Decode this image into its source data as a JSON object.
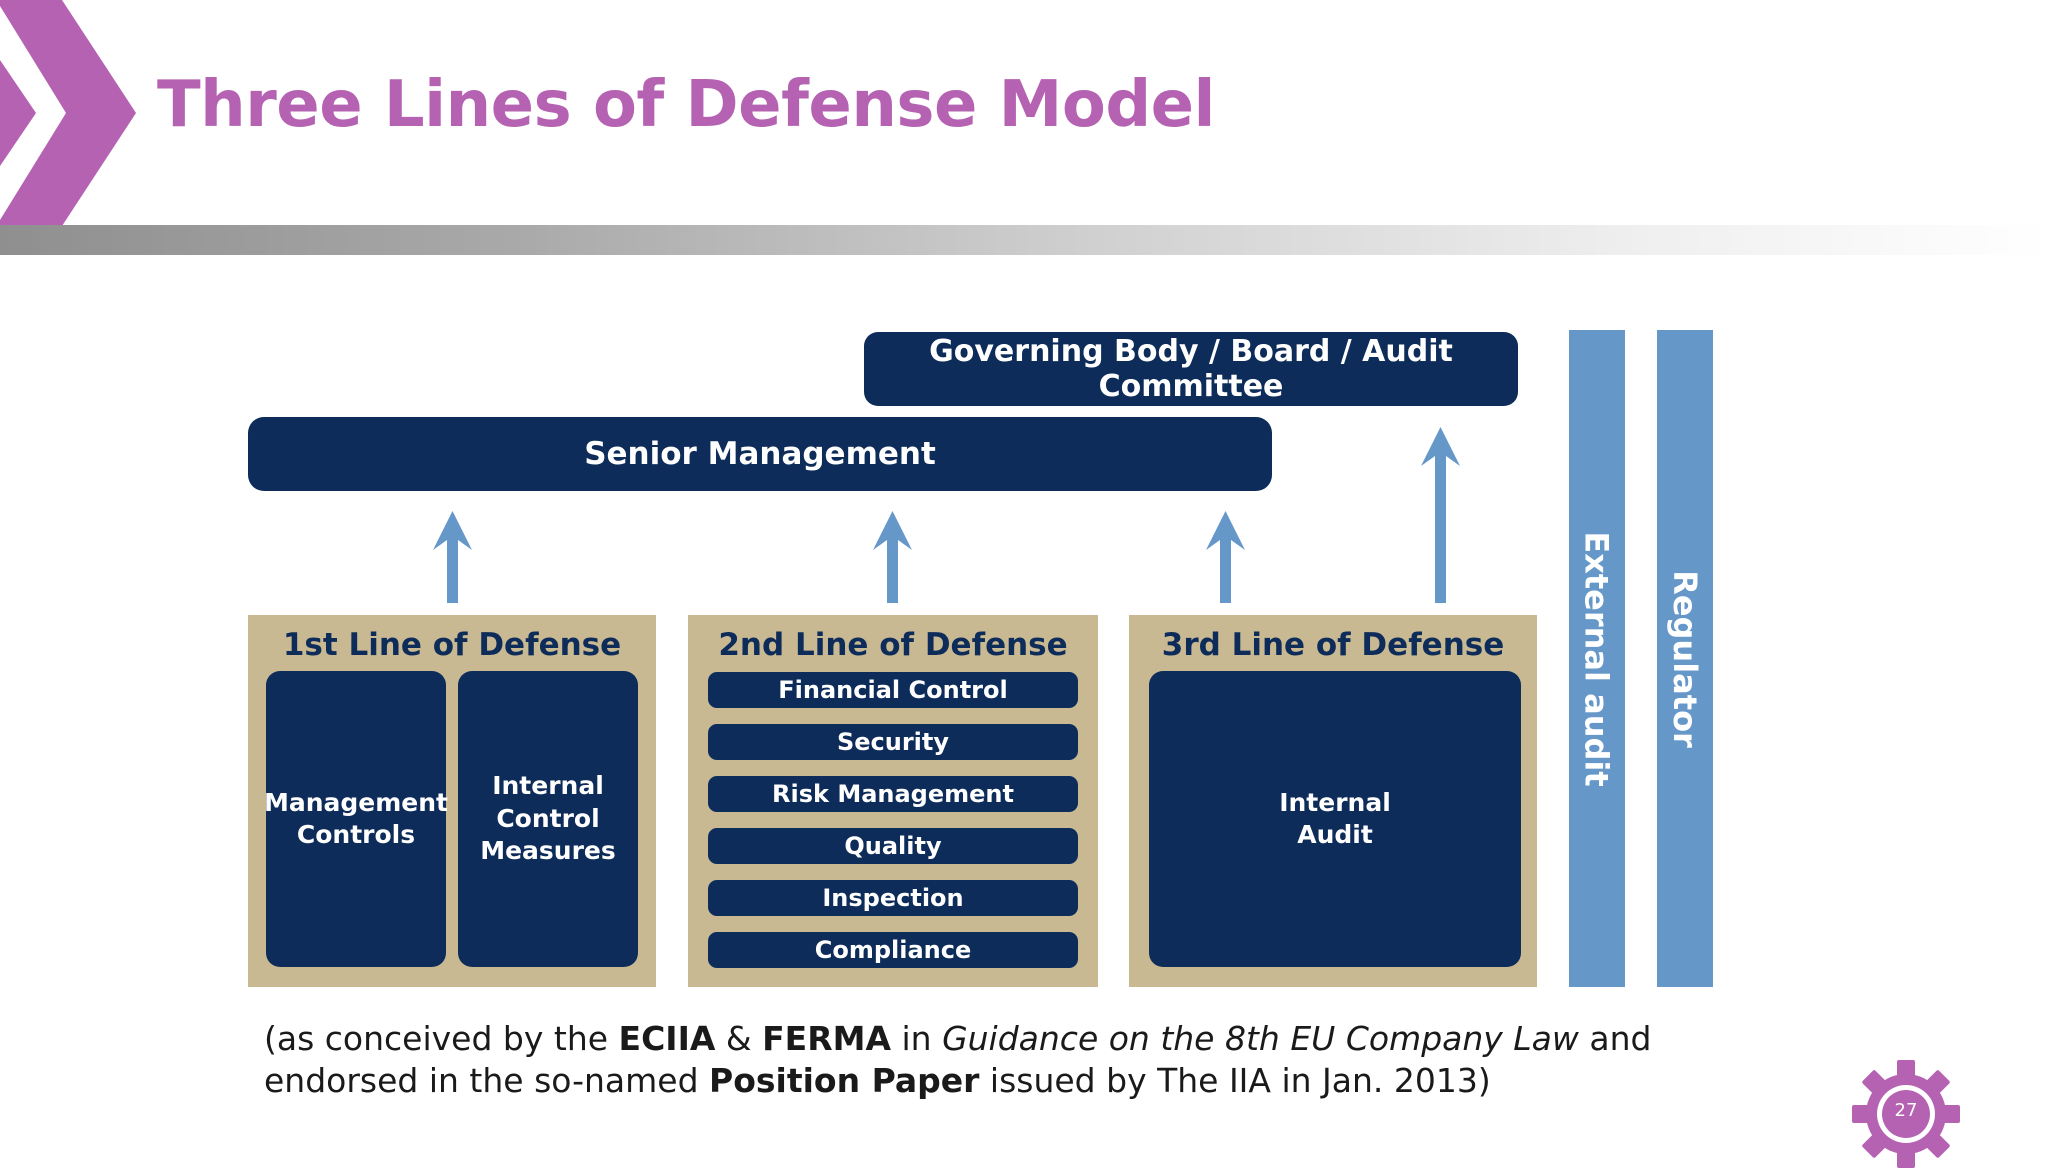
{
  "slide": {
    "title": "Three Lines of Defense Model",
    "page_number": "27"
  },
  "diagram": {
    "governing_body": "Governing Body / Board / Audit Committee",
    "senior_management": "Senior Management",
    "first_line": {
      "title": "1st Line of Defense",
      "boxes": [
        "Management Controls",
        "Internal Control Measures"
      ]
    },
    "second_line": {
      "title": "2nd Line of Defense",
      "items": [
        "Financial Control",
        "Security",
        "Risk Management",
        "Quality",
        "Inspection",
        "Compliance"
      ]
    },
    "third_line": {
      "title": "3rd Line of Defense",
      "box": "Internal Audit"
    },
    "external_audit": "External audit",
    "regulator": "Regulator"
  },
  "caption": {
    "t1": "(as conceived by the ",
    "b1": "ECIIA",
    "t2": " & ",
    "b2": "FERMA",
    "t3": " in ",
    "i1": "Guidance on the 8th EU Company Law",
    "t4": " and",
    "t5": "endorsed in the so-named ",
    "b3": "Position Paper",
    "t6": " issued by The IIA in Jan. 2013)"
  },
  "colors": {
    "accent": "#b562b2",
    "navy": "#0d2c59",
    "tan": "#c8b992",
    "blue": "#6598c9"
  }
}
